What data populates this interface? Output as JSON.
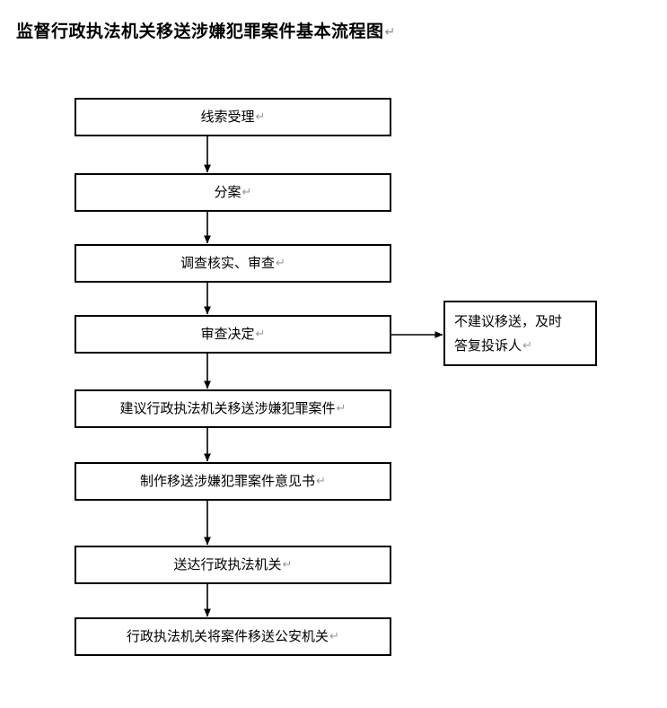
{
  "document": {
    "title": "监督行政执法机关移送涉嫌犯罪案件基本流程图",
    "return_mark": "↵"
  },
  "flowchart": {
    "nodes": [
      {
        "id": "intake",
        "label": "线索受理",
        "return_mark": "↵"
      },
      {
        "id": "assign",
        "label": "分案",
        "return_mark": "↵"
      },
      {
        "id": "investigate",
        "label": "调查核实、审查",
        "return_mark": "↵"
      },
      {
        "id": "decision",
        "label": "审查决定",
        "return_mark": "↵"
      },
      {
        "id": "recommend",
        "label": "建议行政执法机关移送涉嫌犯罪案件",
        "return_mark": "↵"
      },
      {
        "id": "opinion",
        "label": "制作移送涉嫌犯罪案件意见书",
        "return_mark": "↵"
      },
      {
        "id": "deliver",
        "label": "送达行政执法机关",
        "return_mark": "↵"
      },
      {
        "id": "transfer",
        "label": "行政执法机关将案件移送公安机关",
        "return_mark": "↵"
      }
    ],
    "branch_node": {
      "id": "reject",
      "line1": "不建议移送，及时",
      "line2": "答复投诉人",
      "return_mark": "↵"
    },
    "style": {
      "border_color": "#000000",
      "background_color": "#ffffff",
      "text_color": "#000000",
      "connector_color": "#000000"
    }
  }
}
